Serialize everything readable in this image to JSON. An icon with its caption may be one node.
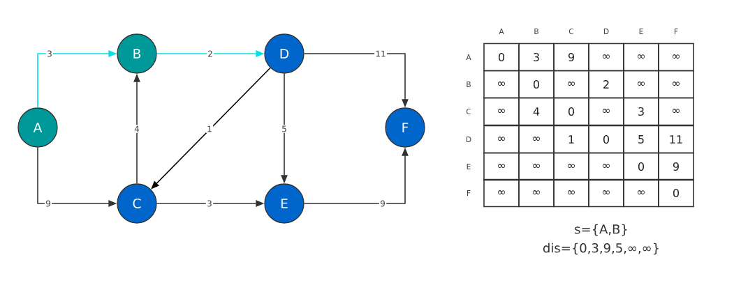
{
  "diagram": {
    "nodes": [
      {
        "text": [
          "A"
        ]
      },
      {
        "text": [
          "B"
        ]
      },
      {
        "text": [
          "C"
        ]
      },
      {
        "text": [
          "D"
        ]
      },
      {
        "text": [
          "E"
        ]
      },
      {
        "text": [
          "F"
        ]
      }
    ],
    "edges": [
      {
        "from": 0,
        "to": 1,
        "arrow": "to",
        "label": "3",
        "color": "#00e1e8"
      },
      {
        "from": 1,
        "to": 3,
        "arrow": "to",
        "label": "2",
        "color": "#00e1e8"
      },
      {
        "from": 3,
        "to": 5,
        "arrow": "to",
        "label": "11"
      },
      {
        "from": 0,
        "to": 2,
        "arrow": "to",
        "label": "9"
      },
      {
        "from": 2,
        "to": 1,
        "arrow": "to",
        "label": "4"
      },
      {
        "from": 3,
        "to": 2,
        "arrow": "to",
        "label": "1",
        "color": "#000000"
      },
      {
        "from": 3,
        "to": 4,
        "arrow": "to",
        "label": "5"
      },
      {
        "from": 2,
        "to": 4,
        "arrow": "to",
        "label": "3"
      },
      {
        "from": 4,
        "to": 5,
        "arrow": "to",
        "label": "9"
      }
    ],
    "labels": [
      "A",
      "B",
      "C",
      "D",
      "E",
      "F",
      "A",
      "0",
      "3",
      "9",
      "∞",
      "∞",
      "∞",
      "B",
      "∞",
      "0",
      "∞",
      "2",
      "∞",
      "∞",
      "C",
      "∞",
      "4",
      "0",
      "∞",
      "3",
      "∞",
      "D",
      "∞",
      "∞",
      "1",
      "0",
      "5",
      "11",
      "E",
      "∞",
      "∞",
      "∞",
      "∞",
      "0",
      "9",
      "F",
      "∞",
      "∞",
      "∞",
      "∞",
      "∞",
      "0",
      "s={A,B}",
      "dis={0,3,9,5,∞,∞}"
    ]
  }
}
